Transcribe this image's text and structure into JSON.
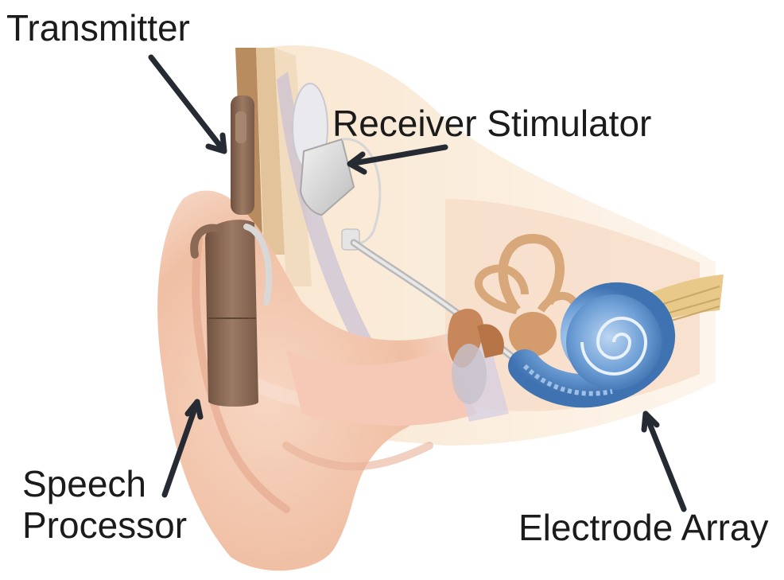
{
  "labels": {
    "transmitter": "Transmitter",
    "receiver_stimulator": "Receiver Stimulator",
    "speech_processor_line1": "Speech",
    "speech_processor_line2": "Processor",
    "electrode_array": "Electrode Array"
  },
  "colors": {
    "skin": "#f3c7ae",
    "skin_dark": "#e0a38a",
    "device_brown": "#8b6a55",
    "receiver_gray": "#d9d9d9",
    "cochlea_blue": "#5d8fc9",
    "bone_tan": "#d8a87a",
    "nerve_yellow": "#e8c98a",
    "arrow": "#262a33"
  }
}
